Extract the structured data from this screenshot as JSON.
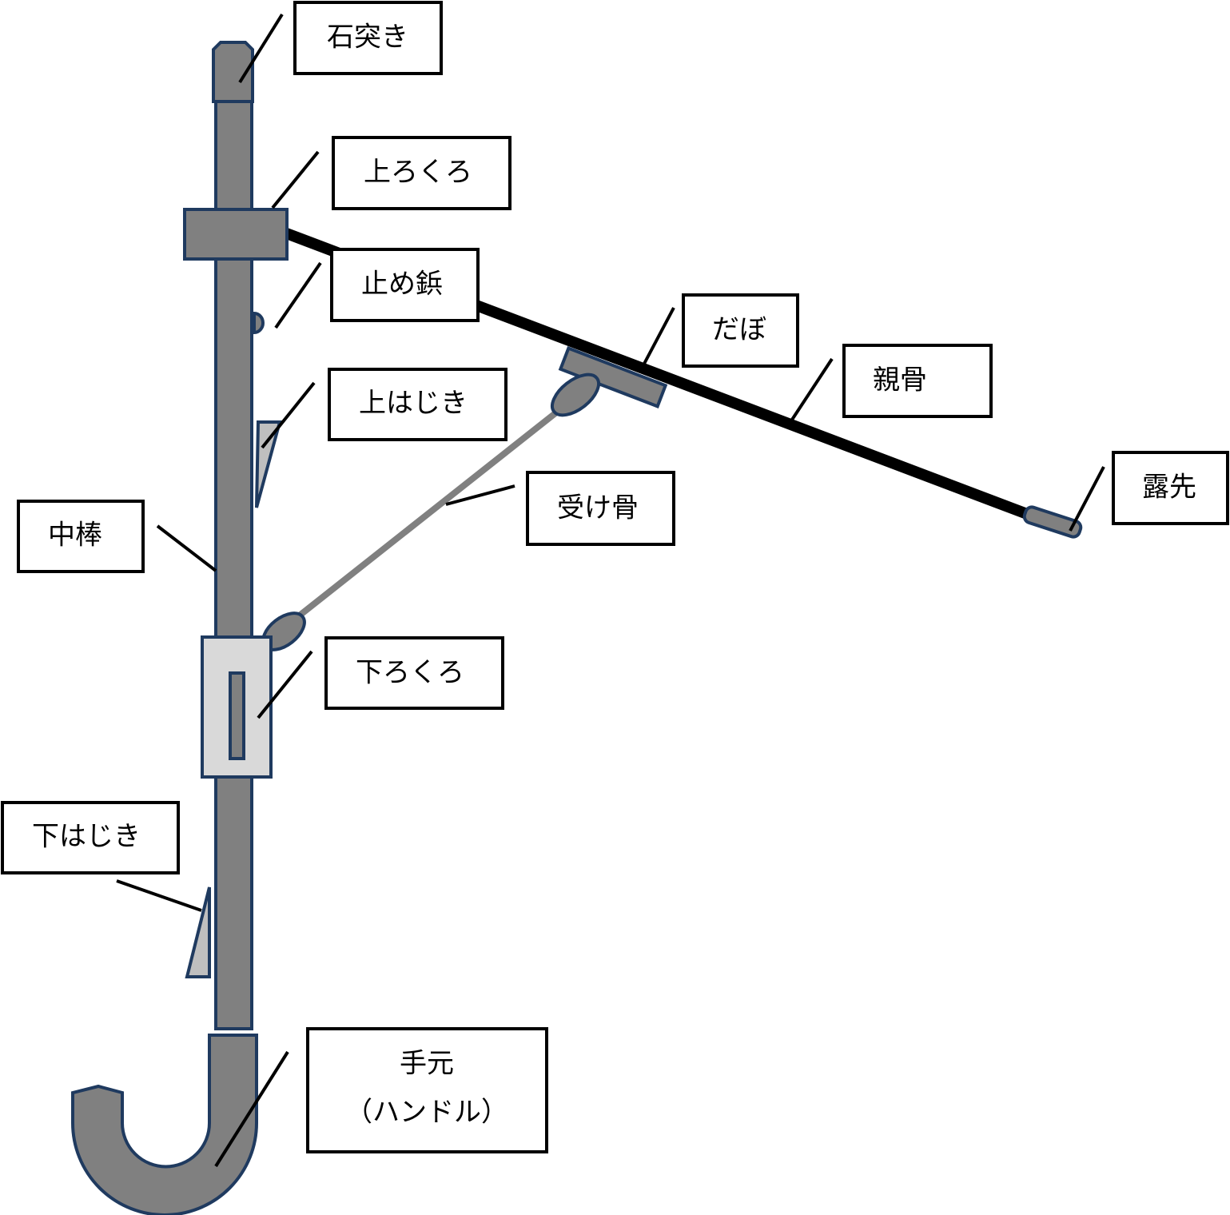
{
  "colors": {
    "shaft": "#808080",
    "outline": "#1f3a5f",
    "runner_fill": "#d9d9d9",
    "rib": "#000000",
    "stretcher": "#808080",
    "spring_fill": "#bfbfbf"
  },
  "labels": {
    "ferrule": "石突き",
    "top_notch": "上ろくろ",
    "stopper": "止め鋲",
    "dabo": "だぼ",
    "main_rib": "親骨",
    "upper_spring": "上はじき",
    "stretcher": "受け骨",
    "rib_tip": "露先",
    "shaft": "中棒",
    "runner": "下ろくろ",
    "lower_spring": "下はじき",
    "handle_line1": "手元",
    "handle_line2": "（ハンドル）"
  }
}
